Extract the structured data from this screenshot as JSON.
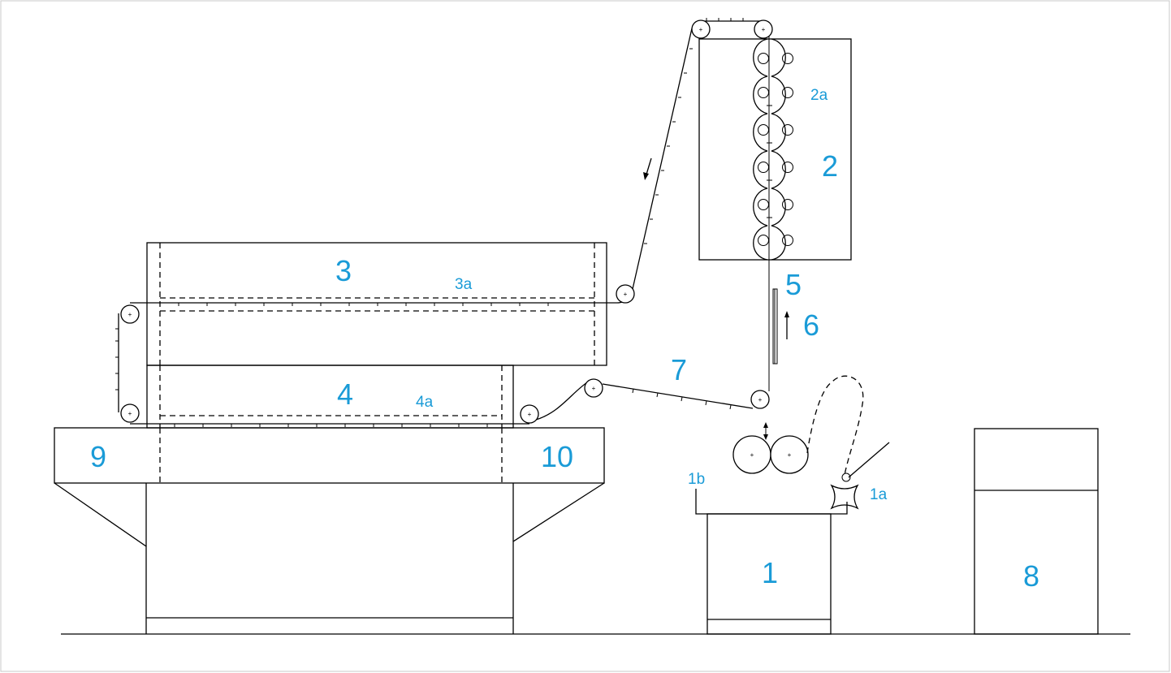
{
  "labels": {
    "l1": "1",
    "l1a": "1a",
    "l1b": "1b",
    "l2": "2",
    "l2a": "2a",
    "l3": "3",
    "l3a": "3a",
    "l4": "4",
    "l4a": "4a",
    "l5": "5",
    "l6": "6",
    "l7": "7",
    "l8": "8",
    "l9": "9",
    "l10": "10"
  },
  "colors": {
    "label": "#1a9bd7",
    "line": "#000000",
    "frame": "#c8c8c8"
  }
}
